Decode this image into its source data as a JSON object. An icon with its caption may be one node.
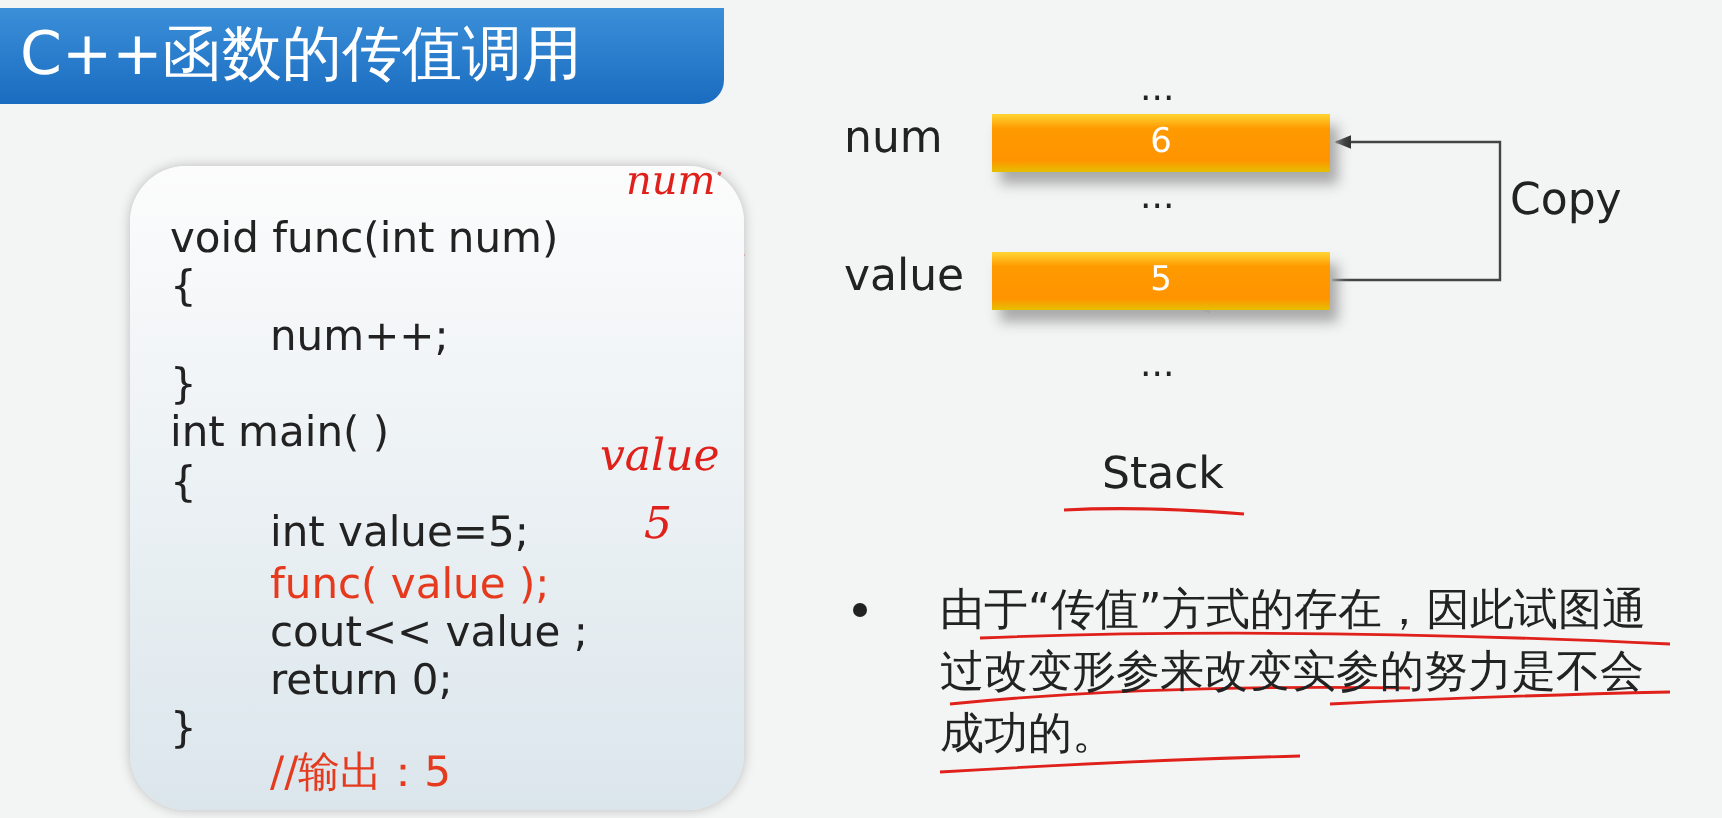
{
  "diagram": {
    "title": "C++函数的传值调用",
    "nodes": [
      {
        "text": [
          "void func(int num)",
          "{",
          "num++;",
          "}",
          "int main( )",
          "{",
          "int value=5;",
          "func( value );",
          "cout<< value ;",
          "return 0;",
          "}",
          "//输出：5"
        ]
      },
      {
        "text": [
          "6"
        ]
      },
      {
        "text": [
          "5"
        ]
      }
    ],
    "edges": [
      {
        "from": 2,
        "to": 1,
        "arrow": "to",
        "label": "Copy"
      }
    ],
    "labels": [
      "num",
      "value",
      "5",
      "...",
      "num",
      "...",
      "value",
      "...",
      "Stack",
      "由于“传值”方式的存在，因此试图通过改变形参来改变实参的努力是不会成功的。"
    ]
  }
}
